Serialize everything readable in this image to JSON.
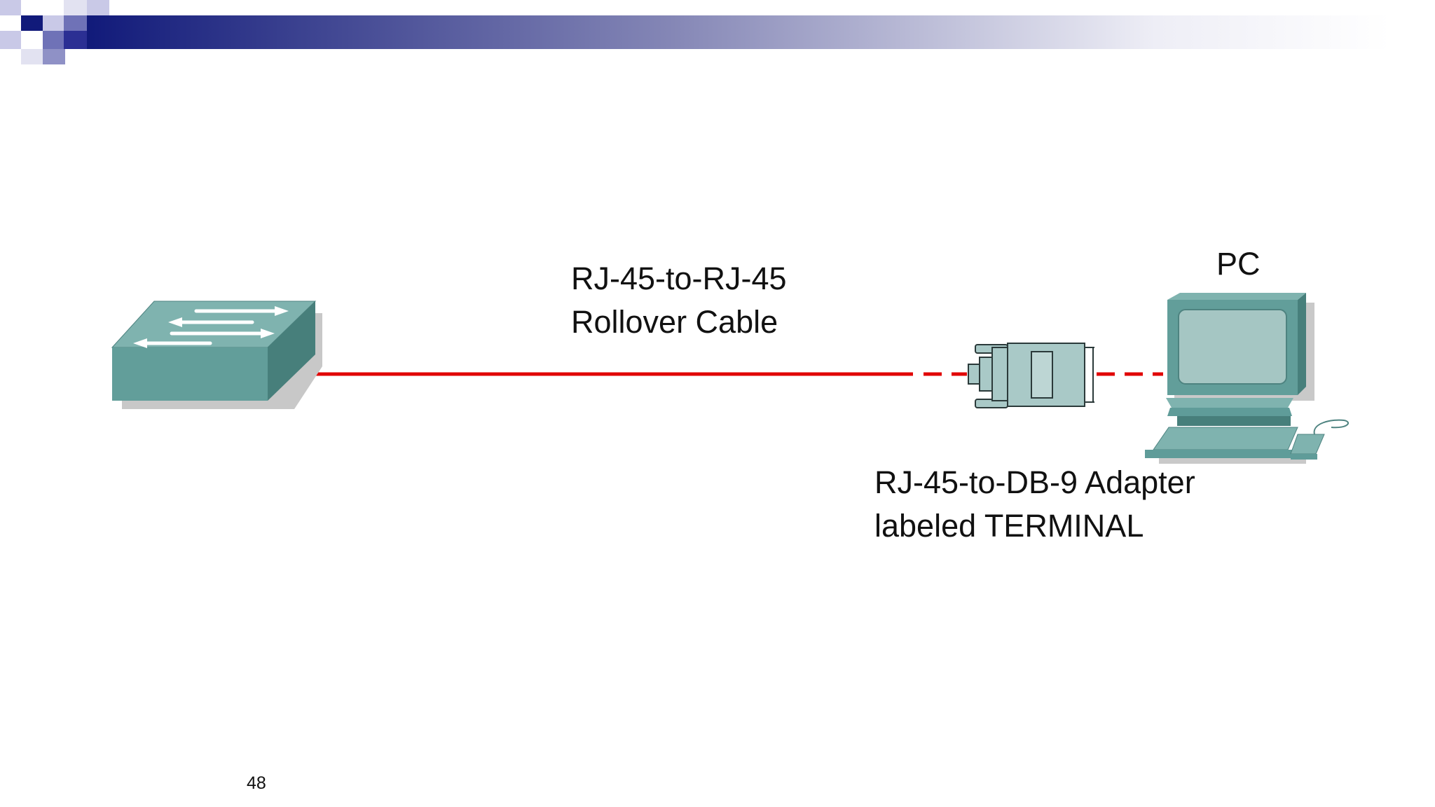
{
  "slide": {
    "page_number": "48"
  },
  "labels": {
    "cable_line1": "RJ-45-to-RJ-45",
    "cable_line2": "Rollover Cable",
    "adapter_line1": "RJ-45-to-DB-9 Adapter",
    "adapter_line2": "labeled TERMINAL",
    "pc": "PC"
  },
  "icons": {
    "switch": "switch-icon",
    "adapter": "db9-adapter-icon",
    "pc": "pc-icon"
  },
  "colors": {
    "header_dark": "#111a7a",
    "header_light": "#b3b4e3",
    "cable": "#e10606",
    "device_teal": "#5f9c99",
    "device_light": "#a9c9c7"
  }
}
